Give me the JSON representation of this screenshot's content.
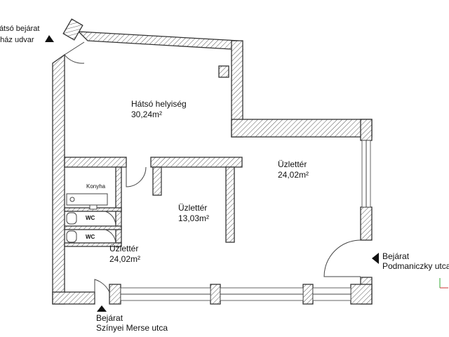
{
  "rooms": {
    "back_room": {
      "name": "Hátsó helyiség",
      "area": "30,24m²"
    },
    "shop_right": {
      "name": "Üzlettér",
      "area": "24,02m²"
    },
    "shop_middle": {
      "name": "Üzlettér",
      "area": "13,03m²"
    },
    "shop_left": {
      "name": "Üzlettér",
      "area": "24,02m²"
    },
    "kitchen": {
      "name": "Konyha"
    },
    "wc_top": {
      "name": "WC"
    },
    "wc_bottom": {
      "name": "WC"
    }
  },
  "entrances": {
    "back": {
      "line1": "Hátsó bejárat",
      "line2": "a ház udvar"
    },
    "right": {
      "line1": "Bejárat",
      "line2": "Podmaniczky utca"
    },
    "bottom": {
      "line1": "Bejárat",
      "line2": "Színyei Merse utca"
    }
  },
  "colors": {
    "wall_stroke": "#333333",
    "hatch": "#555555",
    "background": "#ffffff",
    "axis_x": "#cc3333",
    "axis_y": "#33aa33"
  }
}
